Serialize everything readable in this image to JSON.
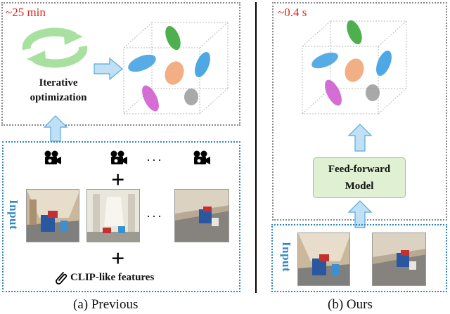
{
  "panel_a": {
    "time": "~25 min",
    "process_label_line1": "Iterative",
    "process_label_line2": "optimization",
    "input_label": "Input",
    "ellipsis": "···",
    "plus": "+",
    "feature_label": "CLIP-like features",
    "caption": "(a) Previous"
  },
  "panel_b": {
    "time": "~0.4 s",
    "model_label_line1": "Feed-forward",
    "model_label_line2": "Model",
    "input_label": "Input",
    "caption": "(b) Ours"
  },
  "colors": {
    "time_red": "#e0241b",
    "input_blue": "#2e86c1",
    "arrow_fill": "#bfe0f5",
    "model_green": "#dff0d3",
    "gaussian_green": "#3aa63a",
    "gaussian_blue": "#3a9ee0",
    "gaussian_orange": "#f0a070",
    "gaussian_magenta": "#cc55cc",
    "gaussian_gray": "#8c8c8c"
  },
  "icons": [
    "refresh-cycle-icon",
    "camera-icon",
    "paperclip-icon",
    "gaussian-ellipsoid-icon"
  ]
}
